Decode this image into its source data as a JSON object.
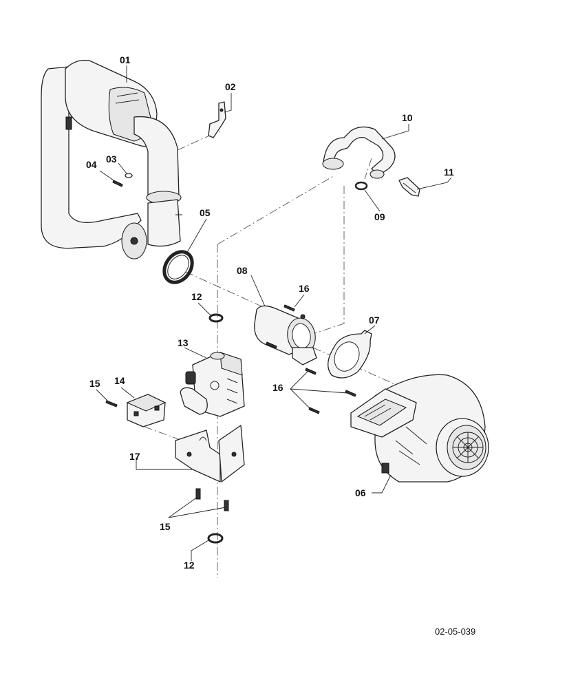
{
  "labels": {
    "p01": "01",
    "p02": "02",
    "p03": "03",
    "p04": "04",
    "p05": "05",
    "p06": "06",
    "p07": "07",
    "p08": "08",
    "p09": "09",
    "p10": "10",
    "p11": "11",
    "p12a": "12",
    "p12b": "12",
    "p13": "13",
    "p14": "14",
    "p15a": "15",
    "p15b": "15",
    "p16a": "16",
    "p16b": "16",
    "p17": "17"
  },
  "reference": "02-05-039"
}
